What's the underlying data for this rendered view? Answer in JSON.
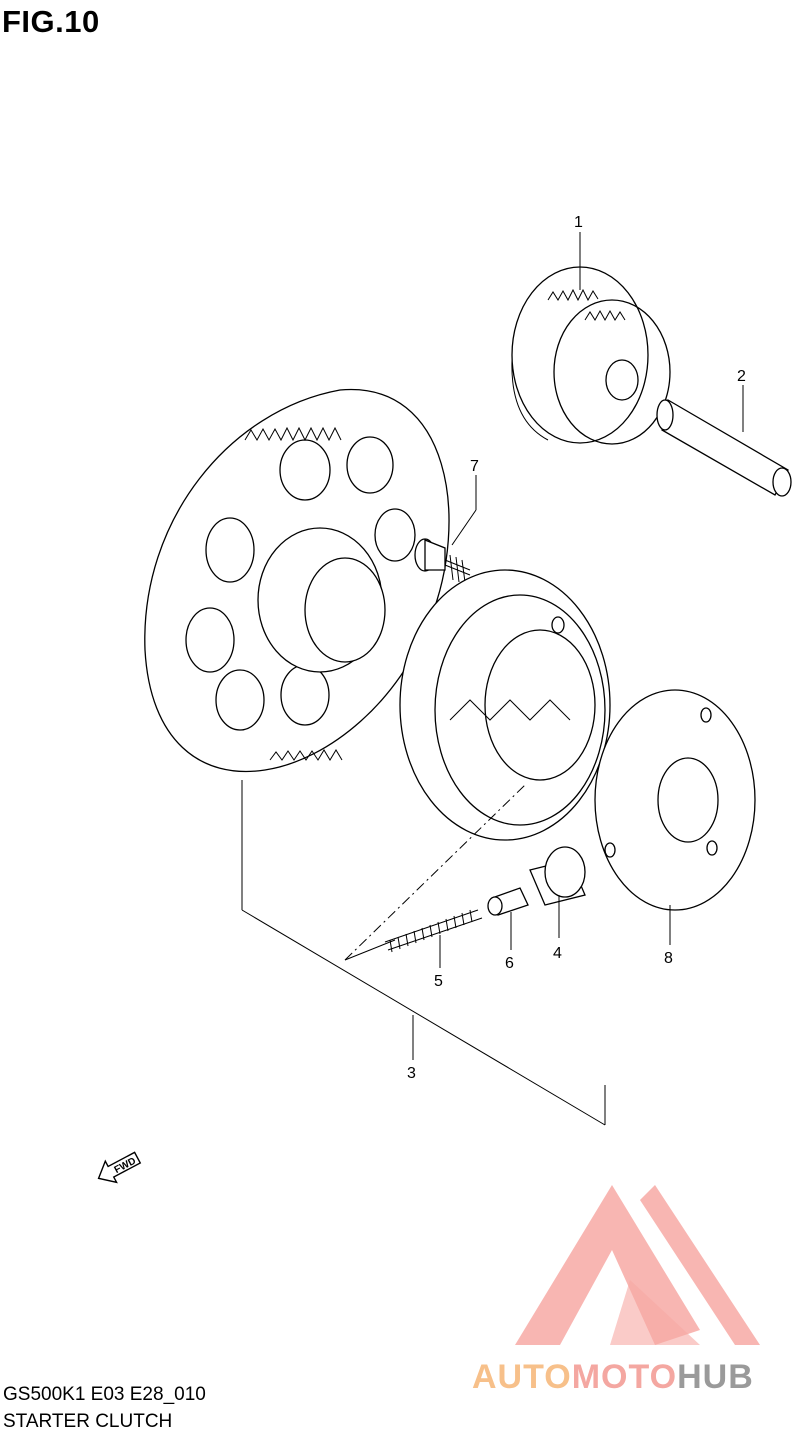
{
  "figure": {
    "title": "FIG.10"
  },
  "parts": [
    {
      "no": "1"
    },
    {
      "no": "2"
    },
    {
      "no": "3"
    },
    {
      "no": "4"
    },
    {
      "no": "5"
    },
    {
      "no": "6"
    },
    {
      "no": "7"
    },
    {
      "no": "8"
    }
  ],
  "direction_badge": "FWD",
  "footer": {
    "code": "GS500K1 E03 E28_010",
    "name": "STARTER CLUTCH"
  },
  "watermark": {
    "part1": "AUTO",
    "part2": "MOTO",
    "part3": "HUB"
  },
  "colors": {
    "line": "#000000",
    "watermark_red": "#f4a7a1",
    "watermark_orange": "#f7c08a",
    "watermark_gray": "#9a9a9a"
  }
}
